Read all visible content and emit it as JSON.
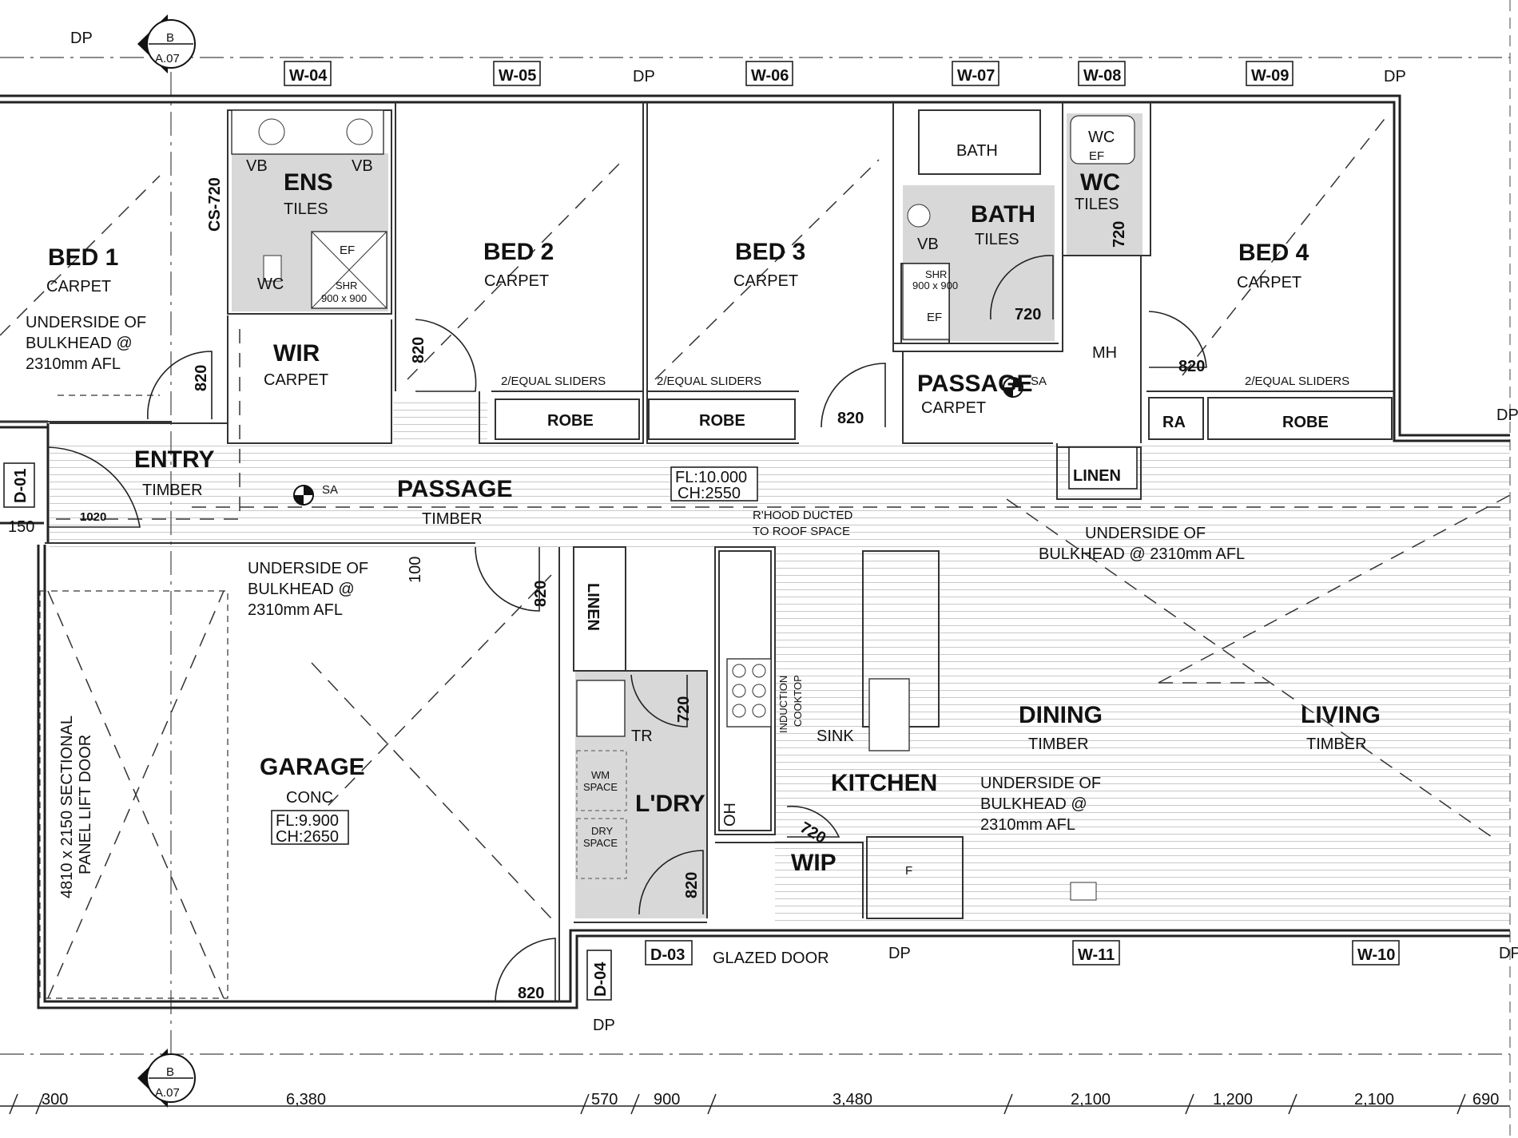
{
  "rooms": {
    "bed1": {
      "name": "BED 1",
      "finish": "CARPET"
    },
    "ens": {
      "name": "ENS",
      "finish": "TILES"
    },
    "wir": {
      "name": "WIR",
      "finish": "CARPET"
    },
    "bed2": {
      "name": "BED 2",
      "finish": "CARPET"
    },
    "bed3": {
      "name": "BED 3",
      "finish": "CARPET"
    },
    "bath": {
      "name": "BATH",
      "finish": "TILES"
    },
    "wc": {
      "name": "WC",
      "finish": "TILES"
    },
    "bed4": {
      "name": "BED 4",
      "finish": "CARPET"
    },
    "passage_upper": {
      "name": "PASSAGE",
      "finish": "CARPET"
    },
    "entry": {
      "name": "ENTRY",
      "finish": "TIMBER"
    },
    "passage_main": {
      "name": "PASSAGE",
      "finish": "TIMBER"
    },
    "garage": {
      "name": "GARAGE",
      "finish": "CONC"
    },
    "laundry": {
      "name": "L'DRY"
    },
    "kitchen": {
      "name": "KITCHEN"
    },
    "wip": {
      "name": "WIP"
    },
    "dining": {
      "name": "DINING",
      "finish": "TIMBER"
    },
    "living": {
      "name": "LIVING",
      "finish": "TIMBER"
    }
  },
  "windows": [
    "W-04",
    "W-05",
    "W-06",
    "W-07",
    "W-08",
    "W-09",
    "W-11",
    "W-10"
  ],
  "doors": [
    "D-01",
    "D-03",
    "D-04"
  ],
  "door_sizes": [
    "820",
    "820",
    "820",
    "820",
    "820",
    "820",
    "820",
    "720",
    "720",
    "720",
    "720",
    "1020"
  ],
  "fixtures": {
    "vb": "VB",
    "wc": "WC",
    "ef": "EF",
    "shr": "SHR",
    "shr_size": "900 x 900",
    "bath": "BATH",
    "mh": "MH",
    "ra": "RA",
    "robe": "ROBE",
    "linen": "LINEN",
    "sliders": "2/EQUAL SLIDERS",
    "sa": "SA",
    "tr": "TR",
    "wm_space": [
      "WM",
      "SPACE"
    ],
    "dry_space": [
      "DRY",
      "SPACE"
    ],
    "sink": "SINK",
    "cooktop": [
      "INDUCTION",
      "COOKTOP"
    ],
    "oven": "OH",
    "fridge": "F",
    "rangehood": [
      "R'HOOD DUCTED",
      "TO ROOF SPACE"
    ],
    "glazed_door": "GLAZED DOOR",
    "garage_door": [
      "4810 x 2150 SECTIONAL",
      "PANEL LIFT DOOR"
    ],
    "cs": "CS-720",
    "dp": "DP"
  },
  "notes": {
    "bulkhead_1": [
      "UNDERSIDE OF",
      "BULKHEAD @",
      "2310mm AFL"
    ],
    "bulkhead_2": [
      "UNDERSIDE OF",
      "BULKHEAD @",
      "2310mm AFL"
    ],
    "bulkhead_3": [
      "UNDERSIDE OF",
      "BULKHEAD @ 2310mm AFL"
    ],
    "bulkhead_4": [
      "UNDERSIDE OF",
      "BULKHEAD @",
      "2310mm AFL"
    ]
  },
  "levels": {
    "main": [
      "FL:10.000",
      "CH:2550"
    ],
    "garage": [
      "FL:9.900",
      "CH:2650"
    ]
  },
  "section": {
    "id": "B",
    "sheet": "A.07"
  },
  "misc_dims": {
    "left_150": "150",
    "step_100": "100"
  },
  "bottom_dimensions": [
    "300",
    "6,380",
    "570",
    "900",
    "3,480",
    "2,100",
    "1,200",
    "2,100",
    "690"
  ]
}
